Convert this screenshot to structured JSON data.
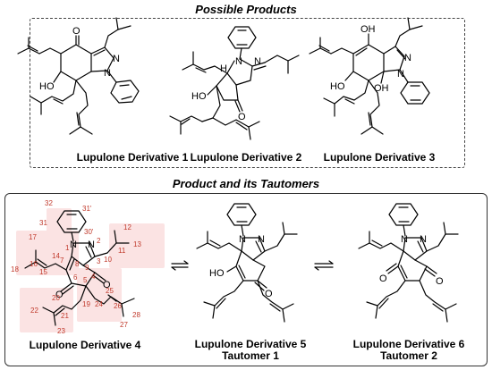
{
  "titles": {
    "possible_products": "Possible Products",
    "product_tautomers": "Product and its Tautomers"
  },
  "captions": {
    "d1": "Lupulone Derivative 1",
    "d2": "Lupulone Derivative 2",
    "d3": "Lupulone Derivative 3",
    "d4": "Lupulone Derivative 4",
    "d5_line1": "Lupulone Derivative 5",
    "d5_line2": "Tautomer 1",
    "d6_line1": "Lupulone Derivative 6",
    "d6_line2": "Tautomer 2"
  },
  "atoms": {
    "O": "O",
    "N": "N",
    "HO": "HO",
    "OH": "OH",
    "H": "H"
  },
  "numbering": [
    "1",
    "2",
    "3",
    "4",
    "5",
    "6",
    "7",
    "8",
    "9",
    "10",
    "11",
    "12",
    "13",
    "14",
    "15",
    "16",
    "17",
    "18",
    "19",
    "20",
    "21",
    "22",
    "23",
    "24",
    "25",
    "26",
    "27",
    "28",
    "30",
    "30'",
    "31",
    "31'",
    "32"
  ],
  "colors": {
    "numbering": "#c0392b",
    "highlight": "#fbe3e3"
  }
}
